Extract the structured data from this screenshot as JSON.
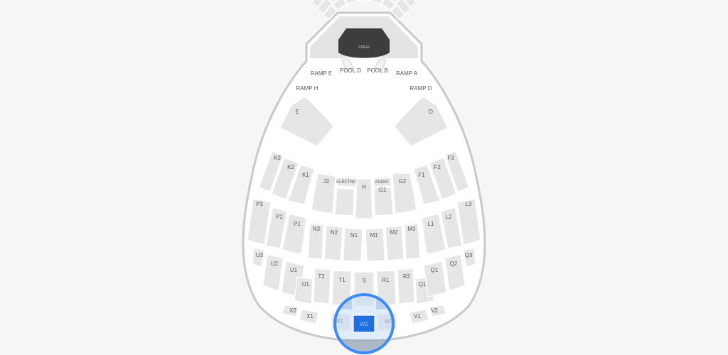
{
  "venue": {
    "stage": "STAGE",
    "pools": [
      "POOL D",
      "POOL B"
    ],
    "ramps": [
      "RAMP E",
      "RAMP A",
      "RAMP H",
      "RAMP D"
    ],
    "booths": [
      "ELECTRIC",
      "AUDIO"
    ]
  },
  "sections": {
    "E": "E",
    "D": "D",
    "K3": "K3",
    "K2": "K2",
    "K1": "K1",
    "J2": "J2",
    "H": "H",
    "G1": "G1",
    "G2": "G2",
    "F1": "F1",
    "F2": "F2",
    "F3": "F3",
    "P3": "P3",
    "P2": "P2",
    "P1": "P1",
    "N3": "N3",
    "N2": "N2",
    "N1": "N1",
    "M1": "M1",
    "M2": "M2",
    "M3": "M3",
    "L1": "L1",
    "L2": "L2",
    "L3": "L3",
    "U3": "U3",
    "U2": "U2",
    "U1a": "U1",
    "U1b": "U1",
    "T2": "T2",
    "T1": "T1",
    "S": "S",
    "R1": "R1",
    "R2": "R2",
    "Q1a": "Q1",
    "Q1b": "Q1",
    "Q2": "Q2",
    "Q3": "Q3",
    "X2": "X2",
    "X1": "X1",
    "W1": "W1",
    "W2": "W2",
    "W3": "W3",
    "V1": "V1",
    "V2": "V2"
  },
  "selected_section": "W2",
  "colors": {
    "selected": "#1f6fe0",
    "highlight_ring": "#3d8bff",
    "section": "#e6e6e6"
  }
}
